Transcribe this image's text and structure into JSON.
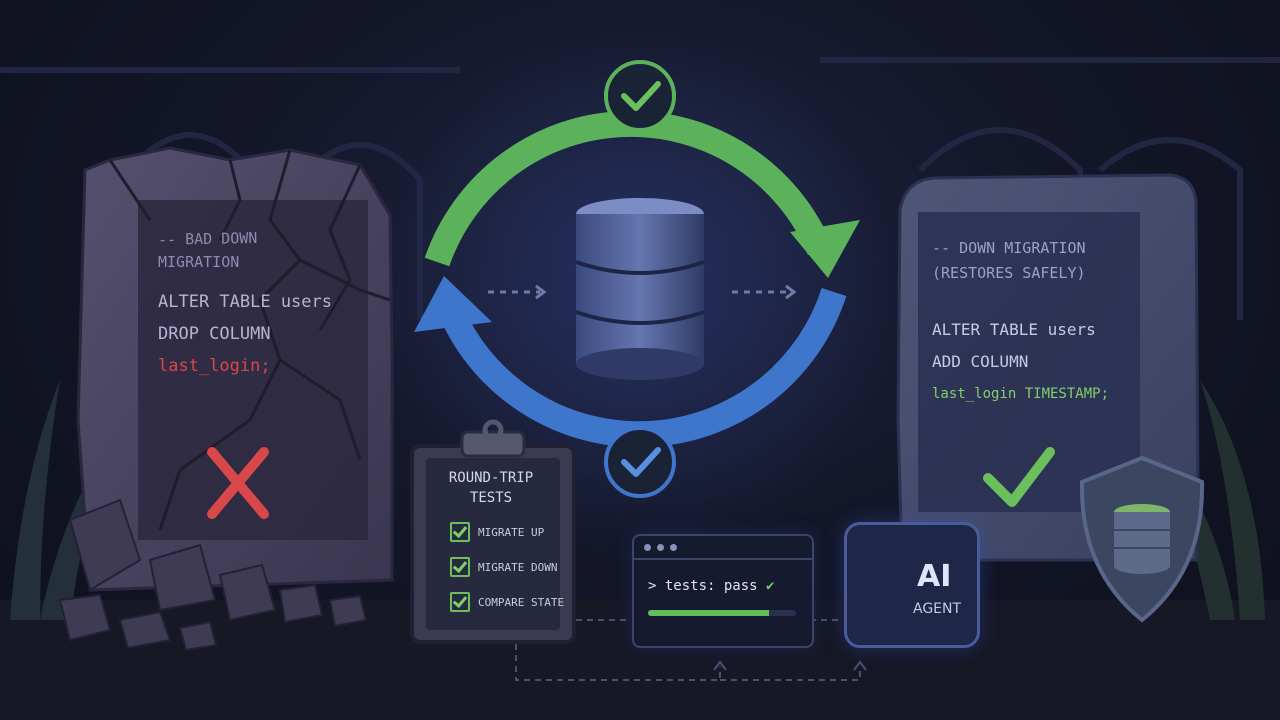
{
  "left_tombstone": {
    "comment_line1": "-- BAD DOWN",
    "comment_line2": "MIGRATION",
    "code_line1": "ALTER TABLE users",
    "code_line2": "DROP COLUMN",
    "code_line3": "last_login;",
    "status_icon": "x-mark-icon"
  },
  "right_tombstone": {
    "comment_line1": "-- DOWN MIGRATION",
    "comment_line2": "(RESTORES SAFELY)",
    "code_line1": "ALTER TABLE users",
    "code_line2": "ADD COLUMN",
    "code_line3": "last_login TIMESTAMP;",
    "status_icon": "check-mark-icon"
  },
  "cycle": {
    "center_icon": "database-icon",
    "top_badge_icon": "check-icon",
    "bottom_badge_icon": "check-icon"
  },
  "clipboard": {
    "title_line1": "ROUND-TRIP",
    "title_line2": "TESTS",
    "items": [
      "MIGRATE UP",
      "MIGRATE DOWN",
      "COMPARE STATE"
    ]
  },
  "terminal": {
    "prompt_text": "> tests: pass",
    "check_glyph": "✔",
    "progress": 0.82
  },
  "agent": {
    "ai_label": "AI",
    "agent_label": "AGENT",
    "icon": "brain-icon"
  },
  "shield": {
    "icon": "shield-database-icon"
  },
  "colors": {
    "green": "#6cc05c",
    "blue": "#3e76cc",
    "red": "#d8484a",
    "background": "#141729"
  }
}
